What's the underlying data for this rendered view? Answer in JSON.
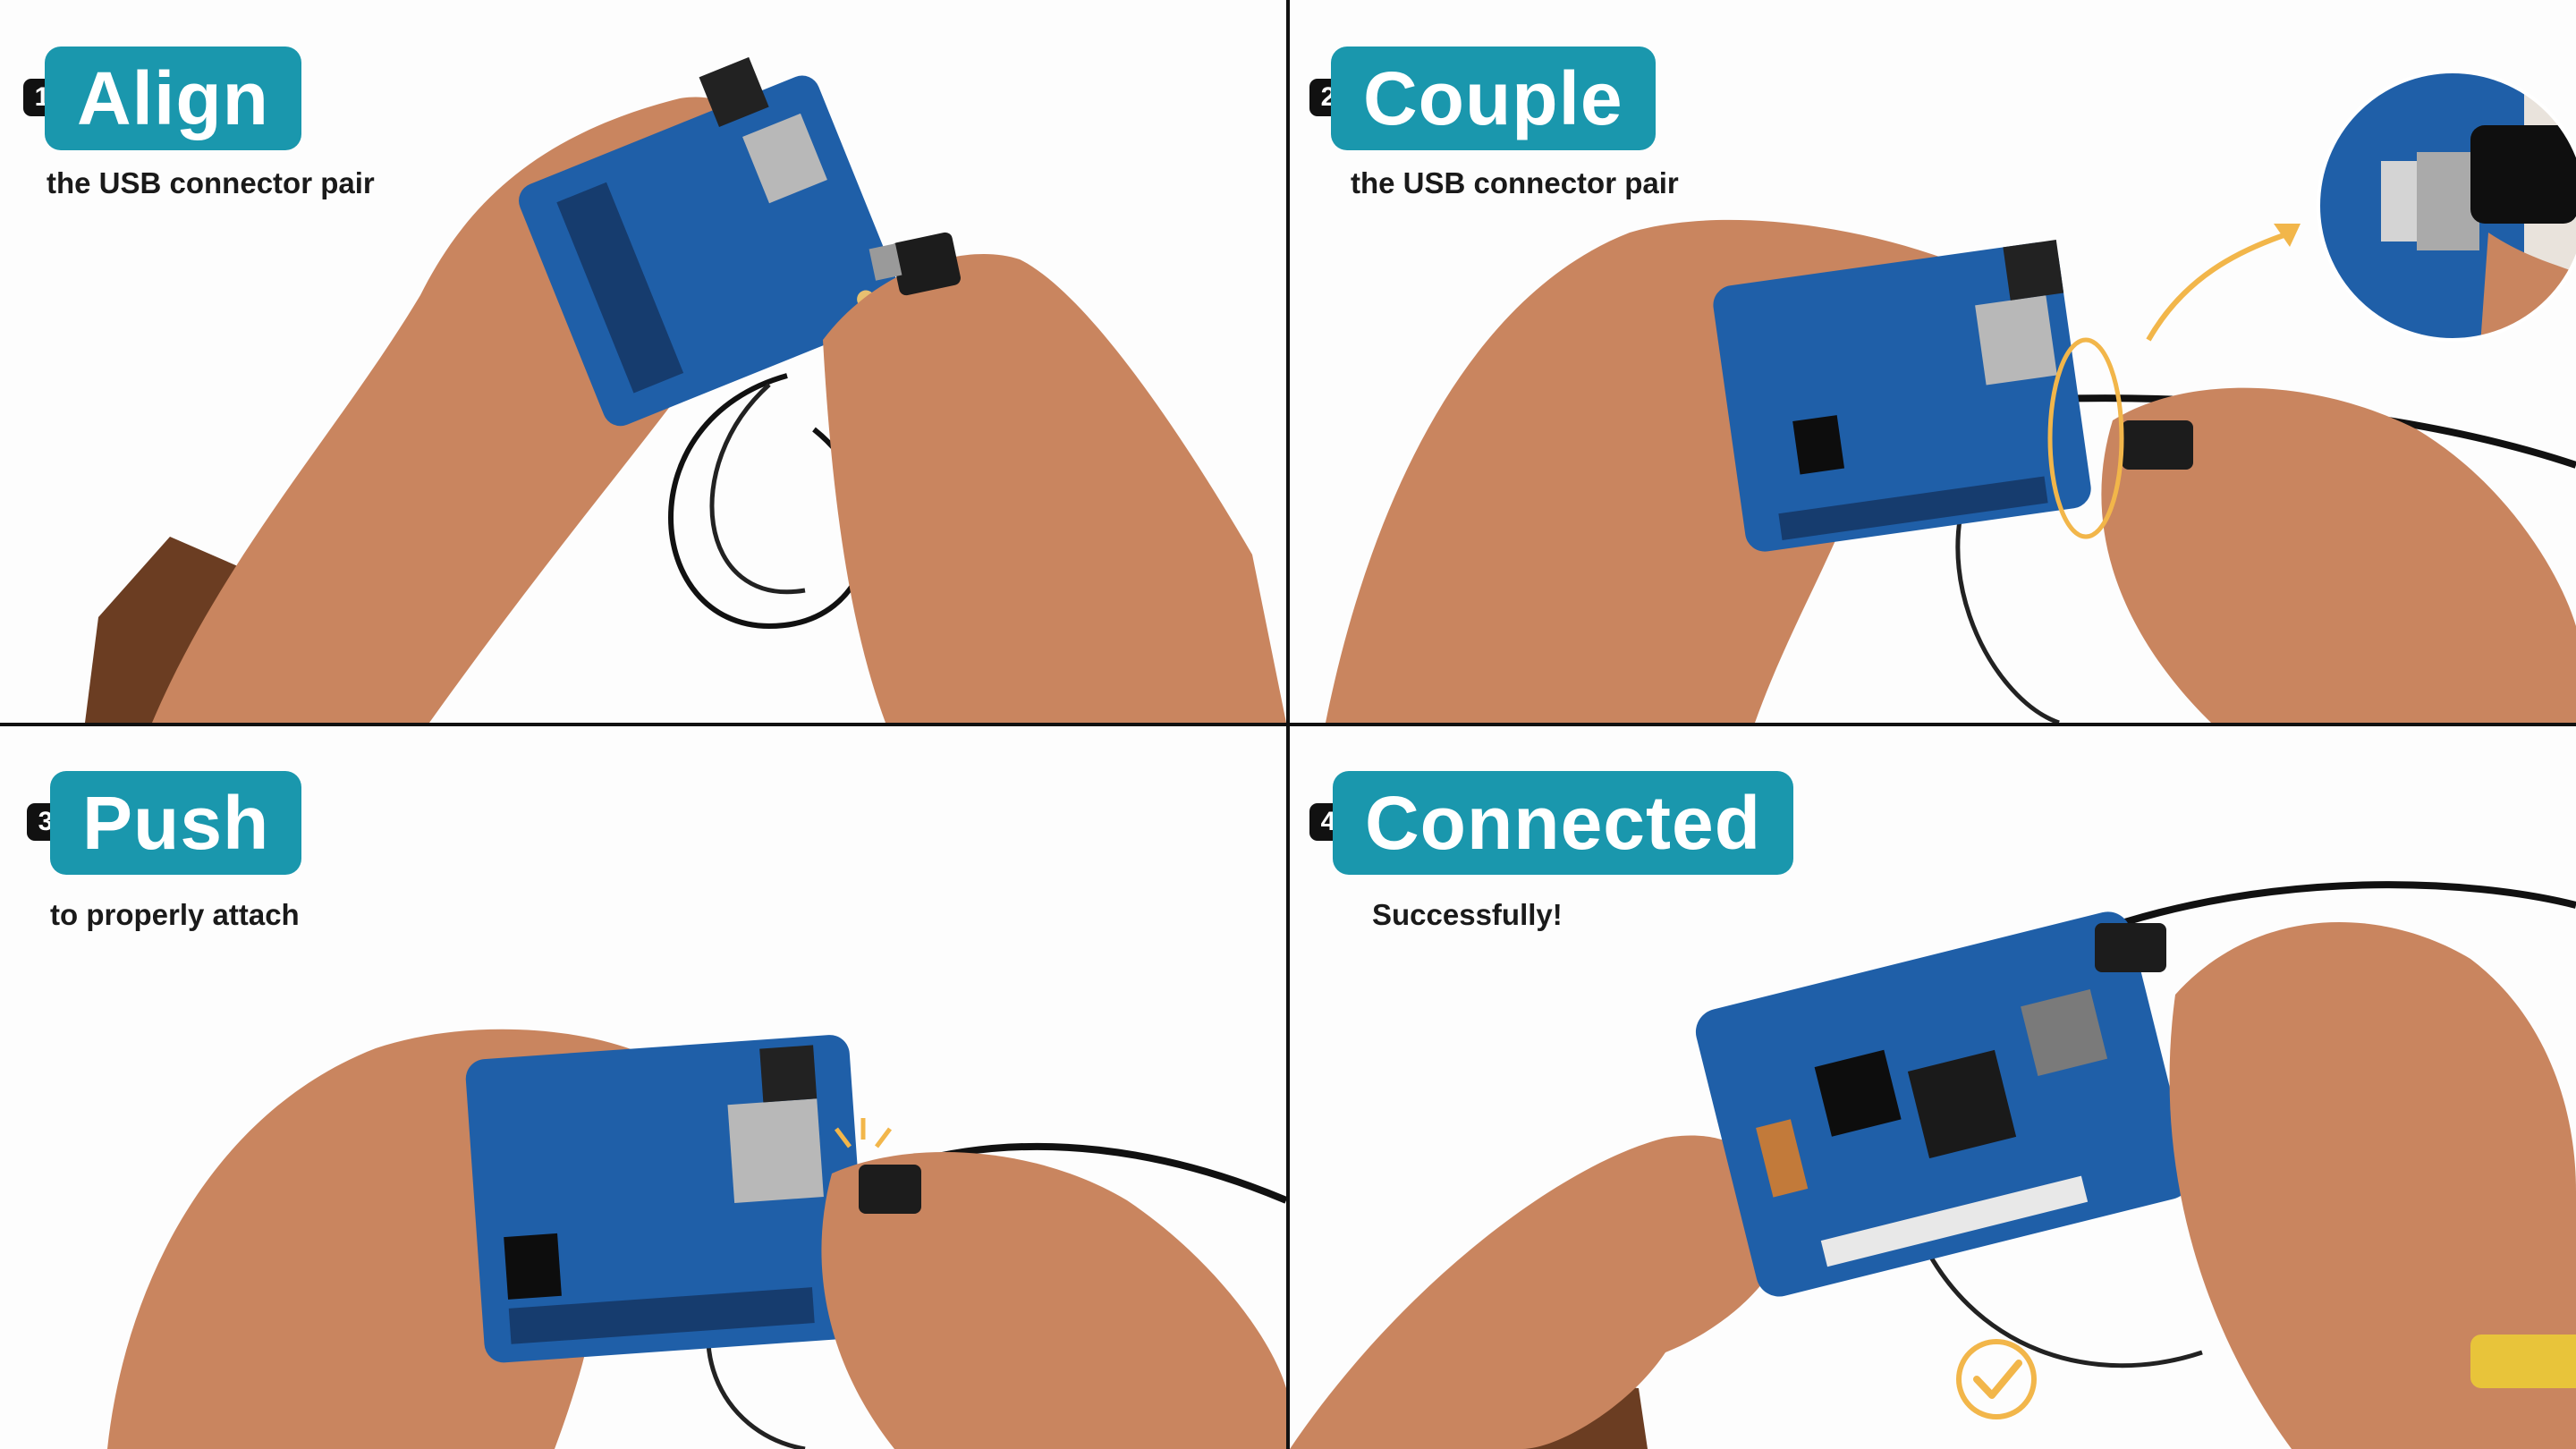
{
  "steps": [
    {
      "number": "1",
      "title": "Align",
      "subtitle": "the USB connector pair"
    },
    {
      "number": "2",
      "title": "Couple",
      "subtitle": "the USB connector pair"
    },
    {
      "number": "3",
      "title": "Push",
      "subtitle": "to properly attach"
    },
    {
      "number": "4",
      "title": "Connected",
      "subtitle": "Successfully!"
    }
  ],
  "colors": {
    "accent": "#1a97ad",
    "board": "#1f5fa8",
    "skin": "#c9855f",
    "highlight": "#f2b64a",
    "cable": "#111111"
  },
  "icons": [
    "beagleboard-pcb-illustration",
    "usb-cable-illustration",
    "hand-illustration",
    "checkmark-circle-icon",
    "arrow-callout-icon",
    "zoom-inset-illustration"
  ]
}
